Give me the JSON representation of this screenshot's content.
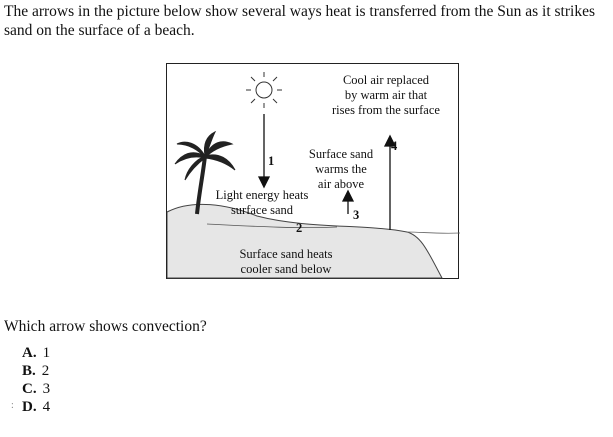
{
  "prompt": "The arrows in the picture below show several ways heat is transferred from the Sun as it strikes sand on the surface of a beach.",
  "figure": {
    "label_cool_air": [
      "Cool air replaced",
      "by warm air that",
      "rises from the surface"
    ],
    "label_surface_warms": [
      "Surface sand",
      "warms the",
      "air above"
    ],
    "label_light": [
      "Light energy heats",
      "surface sand"
    ],
    "label_sand_below": [
      "Surface sand heats",
      "cooler sand below"
    ],
    "arrow_numbers": [
      "1",
      "2",
      "3",
      "4"
    ]
  },
  "question": "Which arrow shows convection?",
  "choices": [
    {
      "letter": "A.",
      "text": "1"
    },
    {
      "letter": "B.",
      "text": "2"
    },
    {
      "letter": "C.",
      "text": "3"
    },
    {
      "letter": "D.",
      "text": "4"
    }
  ]
}
